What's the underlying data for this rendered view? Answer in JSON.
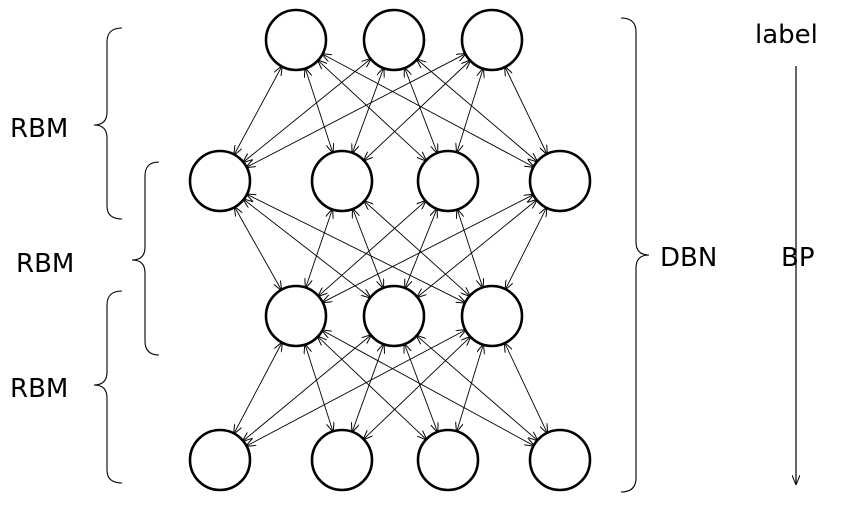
{
  "labels": {
    "rbm_top": "RBM",
    "rbm_middle": "RBM",
    "rbm_bottom": "RBM",
    "dbn": "DBN",
    "label": "label",
    "bp": "BP"
  },
  "network": {
    "layers": [
      {
        "name": "layer-top",
        "node_count": 3
      },
      {
        "name": "layer-hidden-2",
        "node_count": 4
      },
      {
        "name": "layer-hidden-1",
        "node_count": 3
      },
      {
        "name": "layer-bottom",
        "node_count": 4
      }
    ],
    "connections": "full bidirectional between adjacent layers"
  },
  "colors": {
    "stroke": "#000000",
    "background": "#ffffff"
  }
}
